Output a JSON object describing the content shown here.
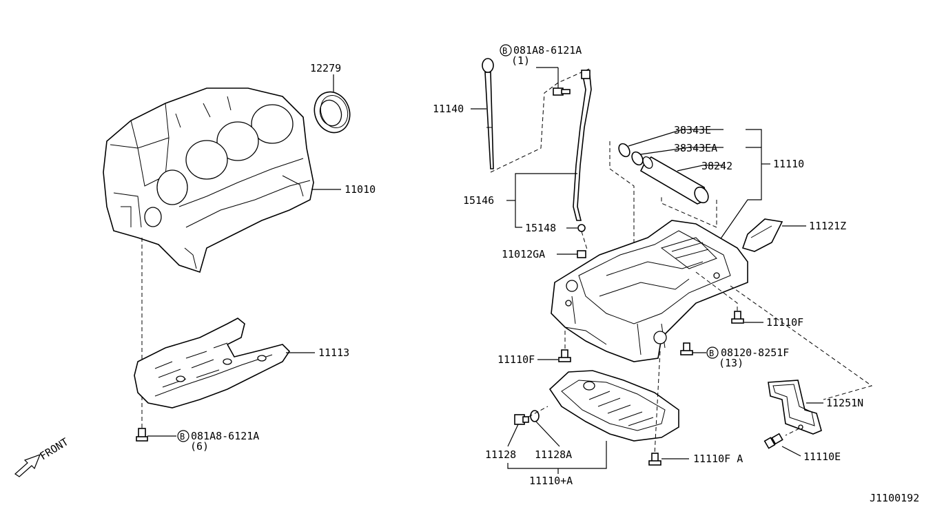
{
  "diagram_id": "J1100192",
  "front_label": "FRONT",
  "bolt_symbol": "B",
  "parts": {
    "p12279": "12279",
    "p11010": "11010",
    "p11113": "11113",
    "bolt_081A8_6121A_lower": "081A8-6121A",
    "bolt_081A8_6121A_lower_qty": "(6)",
    "bolt_081A8_6121A_upper": "081A8-6121A",
    "bolt_081A8_6121A_upper_qty": "(1)",
    "p11140": "11140",
    "p15146": "15146",
    "p15148": "15148",
    "p11012GA": "11012GA",
    "p38343E": "38343E",
    "p38343EA": "38343EA",
    "p38242": "38242",
    "p11110": "11110",
    "p11121Z": "11121Z",
    "p11110F_right": "11110F",
    "p11110F_left": "11110F",
    "bolt_08120_8251F": "08120-8251F",
    "bolt_08120_8251F_qty": "(13)",
    "p11251N": "11251N",
    "p11110E": "11110E",
    "p11110FA": "11110F A",
    "p11128": "11128",
    "p11128A": "11128A",
    "p11110A": "11110+A"
  }
}
